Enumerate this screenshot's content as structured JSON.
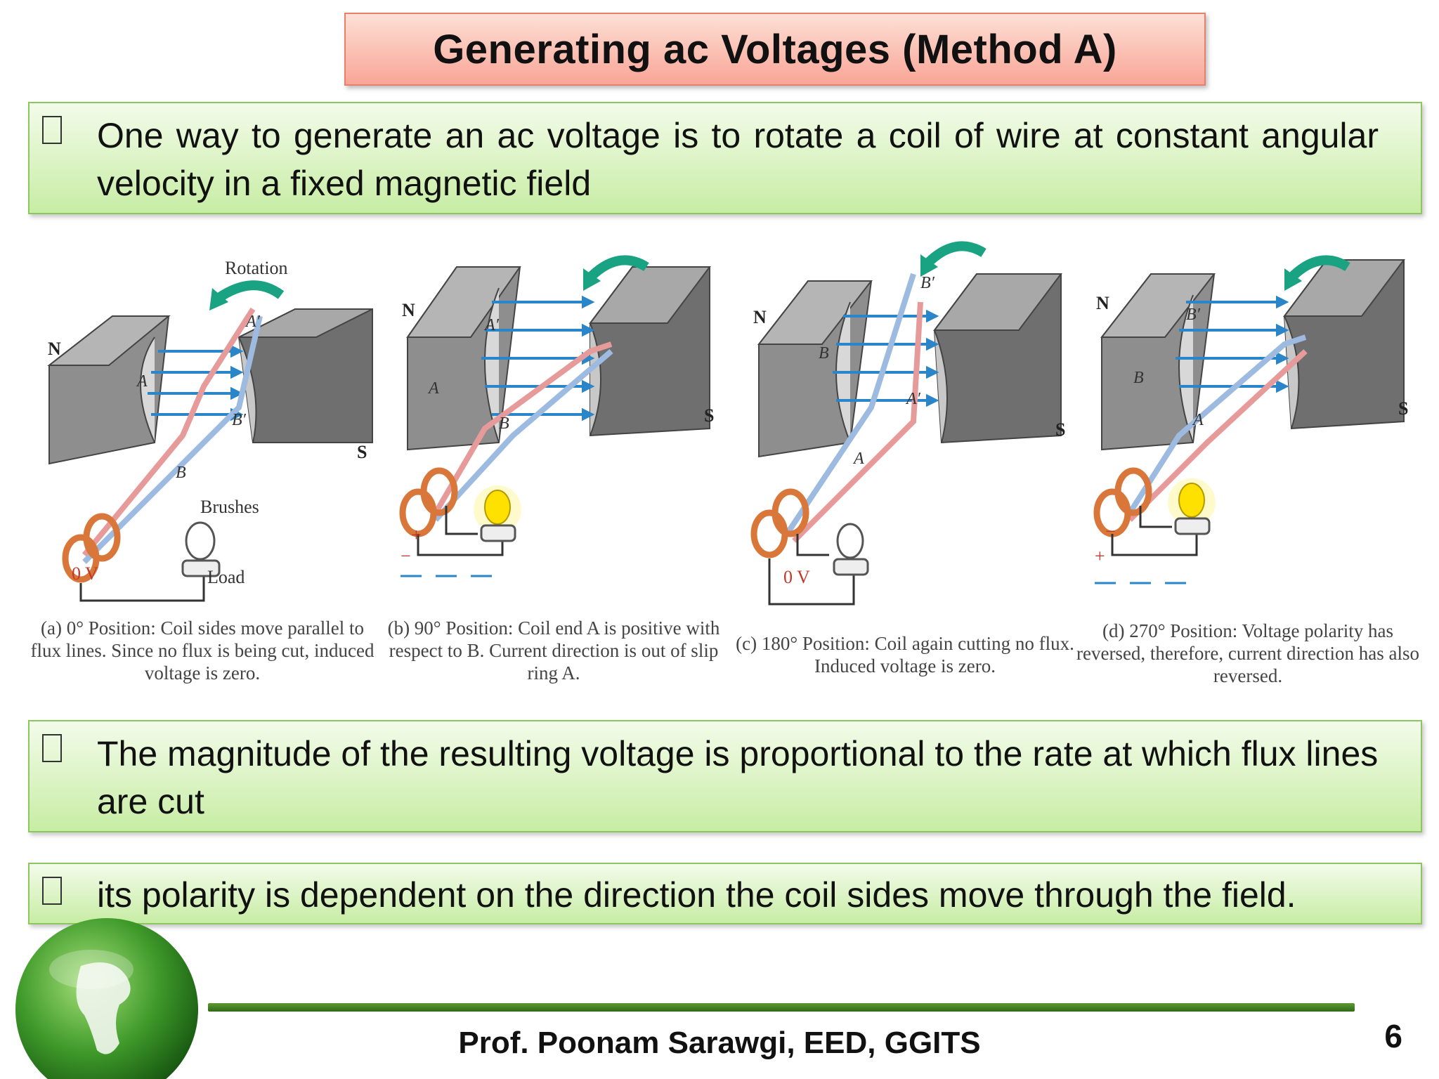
{
  "title": "Generating ac Voltages (Method A)",
  "bullets": [
    "One way to generate an ac voltage is to rotate a coil of wire at constant angular velocity in a fixed magnetic field",
    "The magnitude of the resulting voltage is proportional to the rate at which flux lines are cut",
    "its polarity is dependent on the direction the coil sides move through the field."
  ],
  "figure": {
    "labels": {
      "rotation": "Rotation",
      "brushes": "Brushes",
      "load": "Load",
      "north": "N",
      "south": "S",
      "zero_volt": "0 V",
      "a": "A",
      "a_prime": "A′",
      "b": "B",
      "b_prime": "B′",
      "plus": "+",
      "minus": "−"
    },
    "panels": [
      {
        "caption": "(a) 0° Position: Coil sides move parallel to flux lines. Since no flux is being cut, induced voltage is zero."
      },
      {
        "caption": "(b) 90° Position: Coil end A is positive with respect to B. Current direction is out of slip ring A."
      },
      {
        "caption": "(c) 180° Position: Coil again cutting no flux. Induced voltage is zero."
      },
      {
        "caption": "(d) 270° Position: Voltage polarity has reversed, therefore, current direction has also reversed."
      }
    ]
  },
  "footer": {
    "author": "Prof. Poonam Sarawgi, EED, GGITS",
    "page_number": "6"
  },
  "colors": {
    "title_fill": "#f9a596",
    "bullet_fill": "#c7eda4",
    "footer_line": "#3f7d20",
    "flux_arrow": "#2a86c9",
    "rotation_arrow": "#1aa383",
    "slip_ring": "#d9773a"
  },
  "icons": [
    "bullet-square-icon",
    "globe-icon",
    "lamp-icon",
    "rotation-arrow-icon"
  ]
}
